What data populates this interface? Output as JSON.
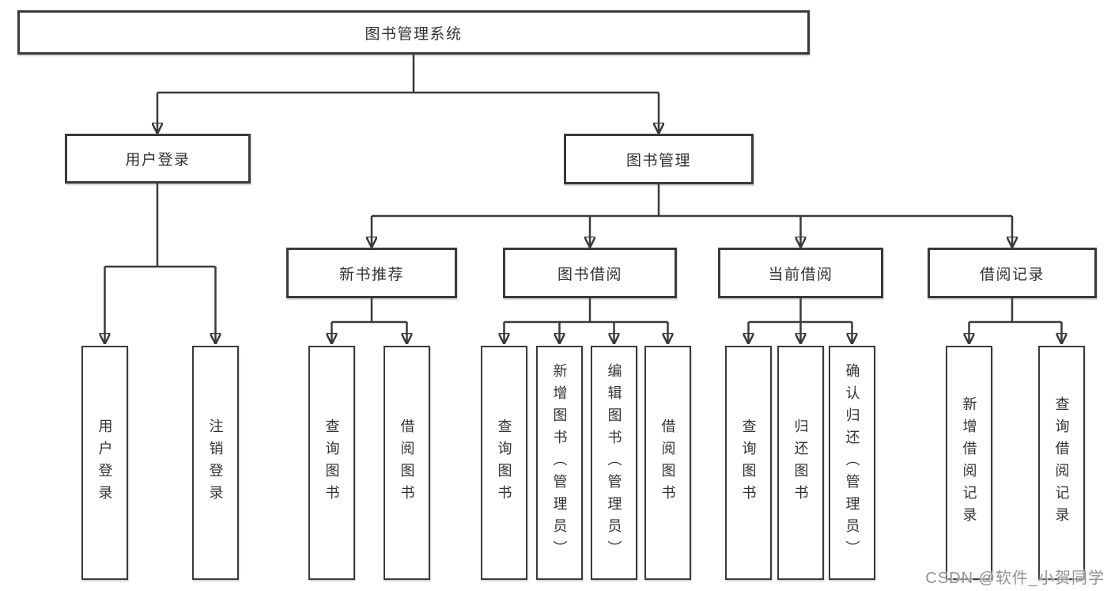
{
  "diagram": {
    "title_node": {
      "label": "图书管理系统"
    },
    "level2": [
      {
        "id": "user-login",
        "label": "用户登录"
      },
      {
        "id": "book-management",
        "label": "图书管理"
      }
    ],
    "level3": [
      {
        "id": "new-book-recommend",
        "label": "新书推荐"
      },
      {
        "id": "book-borrow",
        "label": "图书借阅"
      },
      {
        "id": "current-borrow",
        "label": "当前借阅"
      },
      {
        "id": "borrow-records",
        "label": "借阅记录"
      }
    ],
    "leaves": {
      "user_login": [
        {
          "label": "用户登录"
        },
        {
          "label": "注销登录"
        }
      ],
      "new_book_recommend": [
        {
          "label": "查询图书"
        },
        {
          "label": "借阅图书"
        }
      ],
      "book_borrow": [
        {
          "label": "查询图书"
        },
        {
          "label": "新增图书（管理员）"
        },
        {
          "label": "编辑图书（管理员）"
        },
        {
          "label": "借阅图书"
        }
      ],
      "current_borrow": [
        {
          "label": "查询图书"
        },
        {
          "label": "归还图书"
        },
        {
          "label": "确认归还（管理员）"
        }
      ],
      "borrow_records": [
        {
          "label": "新增借阅记录"
        },
        {
          "label": "查询借阅记录"
        }
      ]
    },
    "watermark": "CSDN @软件_小贺同学",
    "colors": {
      "line": "#3a3a3a",
      "text": "#333333",
      "background": "#ffffff",
      "watermark": "#939393"
    }
  }
}
